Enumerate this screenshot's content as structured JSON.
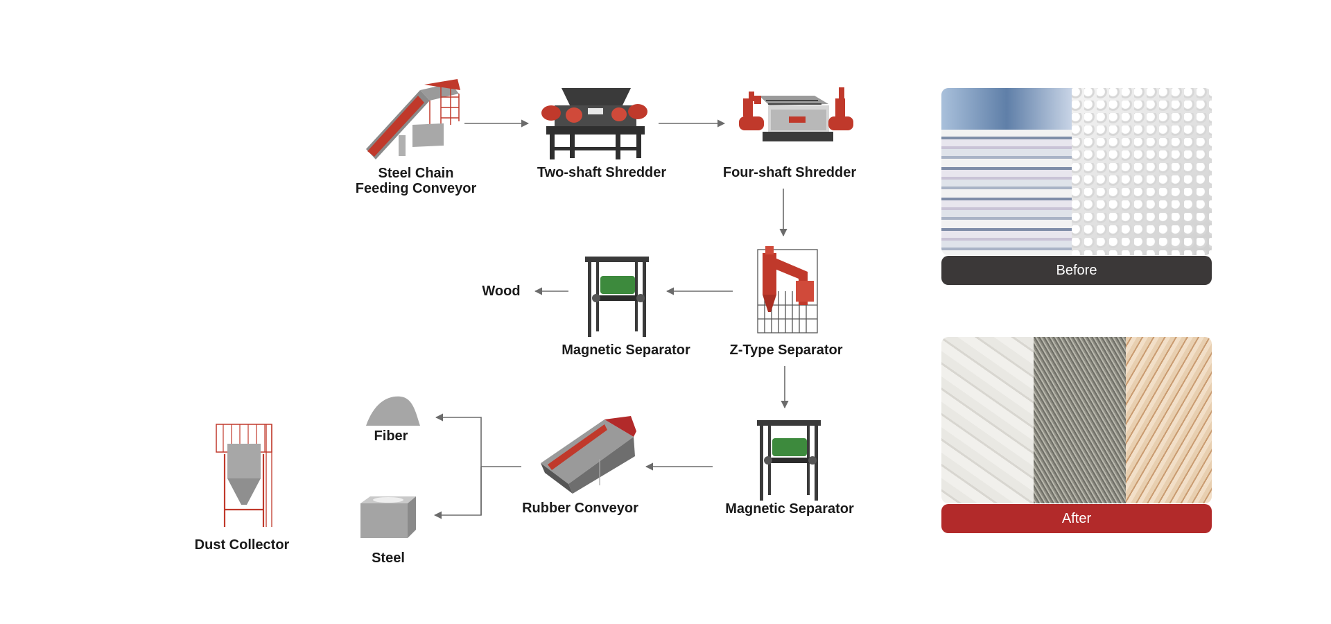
{
  "machines": {
    "feeding_conveyor": "Steel Chain\nFeeding Conveyor",
    "two_shaft_shredder": "Two-shaft Shredder",
    "four_shaft_shredder": "Four-shaft Shredder",
    "z_type_separator": "Z-Type Separator",
    "magnetic_separator_1": "Magnetic Separator",
    "magnetic_separator_2": "Magnetic Separator",
    "rubber_conveyor": "Rubber Conveyor",
    "dust_collector": "Dust Collector"
  },
  "outputs": {
    "wood": "Wood",
    "fiber": "Fiber",
    "steel": "Steel"
  },
  "panels": {
    "before_label": "Before",
    "after_label": "After"
  },
  "colors": {
    "machine_red": "#c0392b",
    "machine_dark": "#3a3a3a",
    "arrow_gray": "#6b6b6b",
    "before_bar": "#3b3838",
    "after_bar": "#b22a2a"
  },
  "icons": [
    "feeding-conveyor-icon",
    "two-shaft-shredder-icon",
    "four-shaft-shredder-icon",
    "z-type-separator-icon",
    "magnetic-separator-icon",
    "rubber-conveyor-icon",
    "dust-collector-icon",
    "fiber-pile-icon",
    "steel-block-icon"
  ]
}
